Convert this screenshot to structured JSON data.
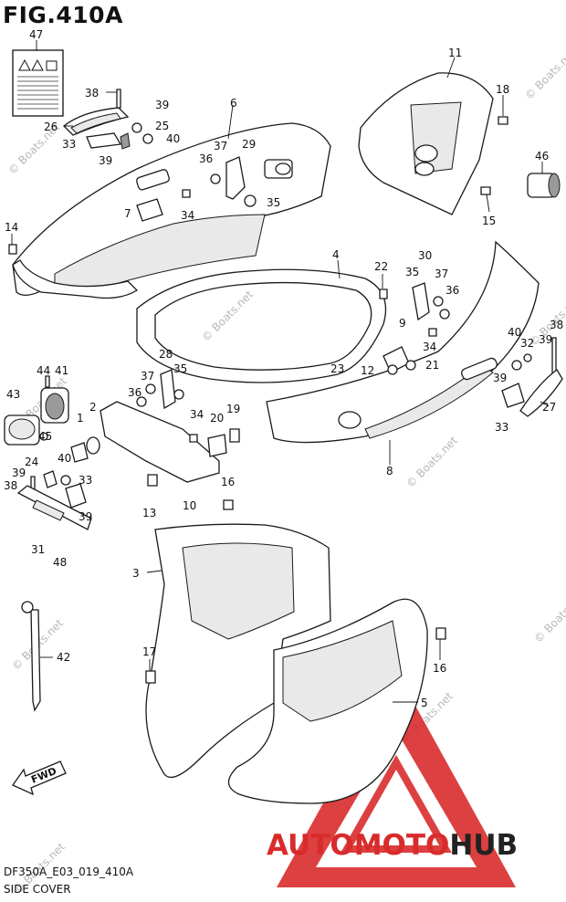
{
  "figure": {
    "title": "FIG.410A",
    "code": "DF350A_E03_019_410A",
    "name": "SIDE COVER",
    "watermark_text": "© Boats.net",
    "fwd_label": "FWD"
  },
  "brand": {
    "part1": "AUTOMOTO",
    "part2": "HUB",
    "color_red": "#d92b2b",
    "color_dark": "#222222"
  },
  "callouts": [
    "47",
    "38",
    "39",
    "6",
    "26",
    "25",
    "33",
    "40",
    "39",
    "36",
    "37",
    "29",
    "11",
    "18",
    "46",
    "15",
    "7",
    "34",
    "35",
    "14",
    "4",
    "22",
    "30",
    "35",
    "37",
    "36",
    "9",
    "34",
    "12",
    "21",
    "40",
    "32",
    "39",
    "38",
    "39",
    "33",
    "27",
    "23",
    "44",
    "41",
    "28",
    "37",
    "35",
    "43",
    "36",
    "2",
    "34",
    "20",
    "19",
    "1",
    "45",
    "24",
    "40",
    "39",
    "38",
    "33",
    "39",
    "13",
    "10",
    "16",
    "31",
    "48",
    "8",
    "3",
    "42",
    "17",
    "16",
    "5"
  ]
}
